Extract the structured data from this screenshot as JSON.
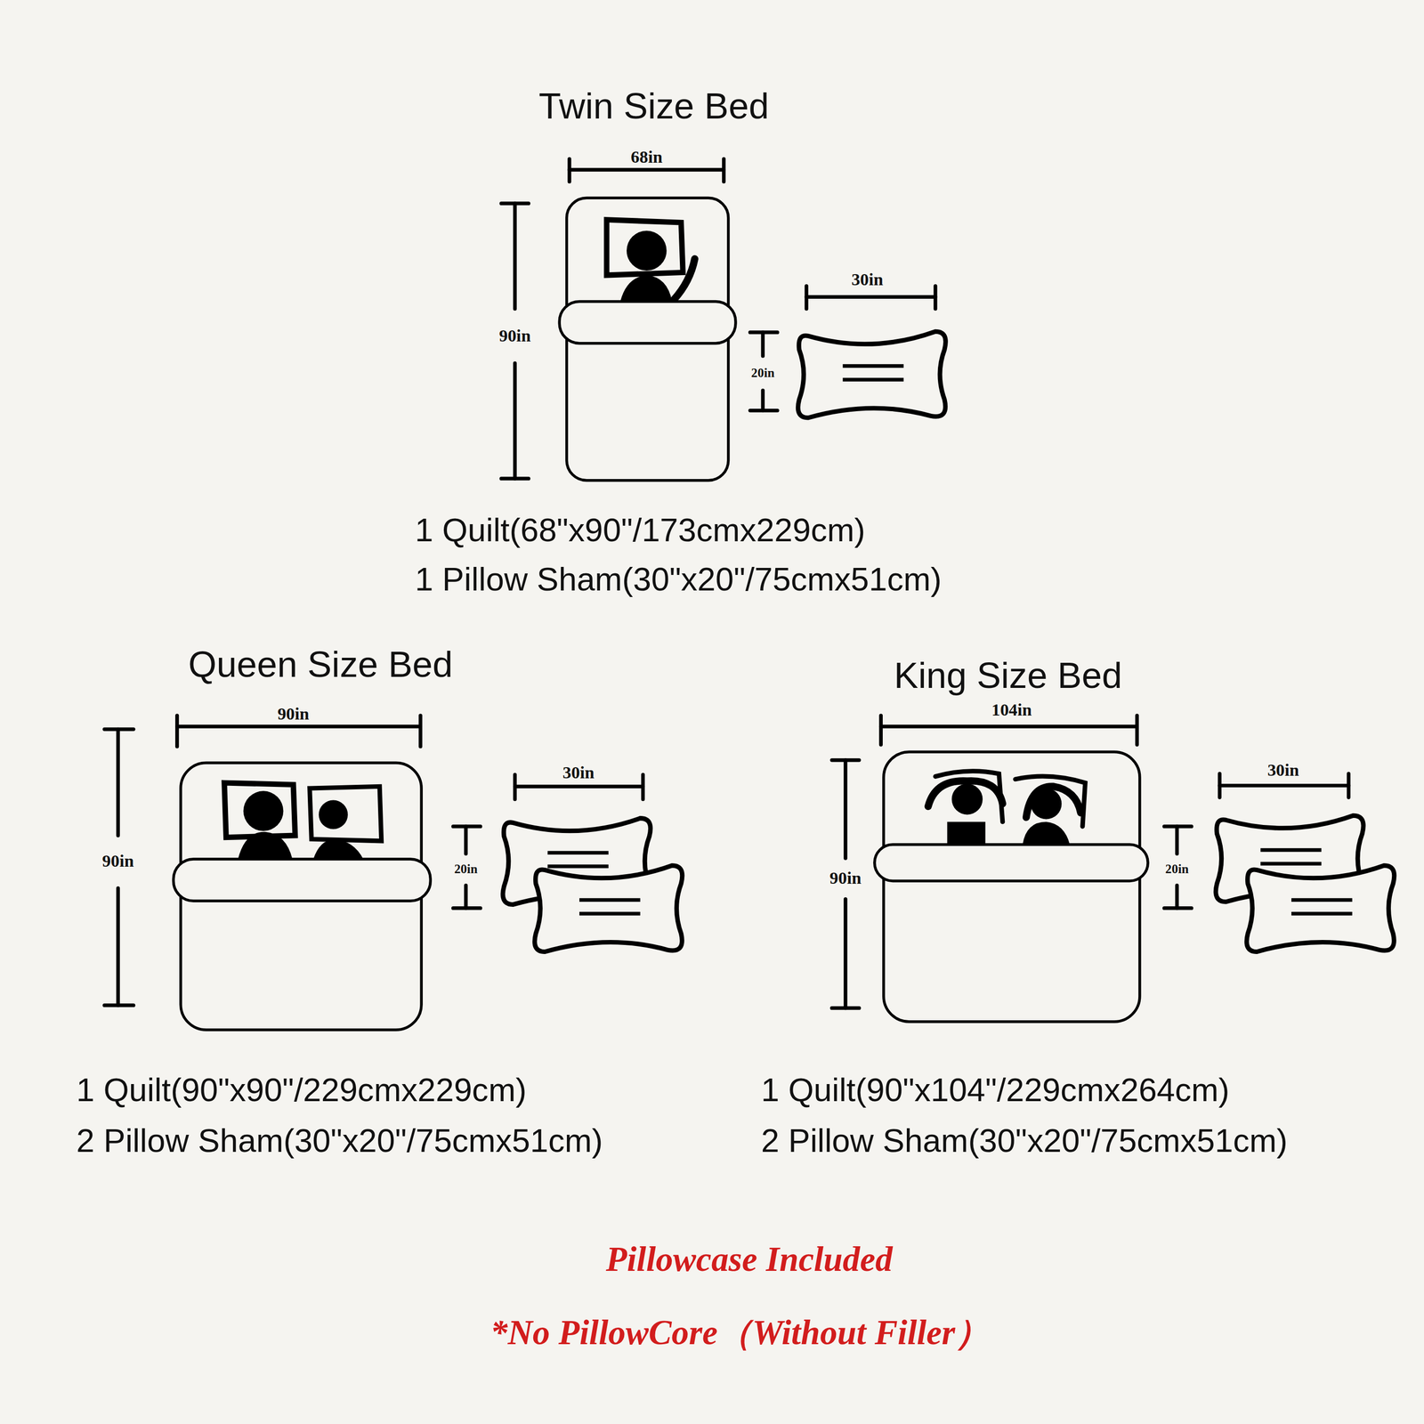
{
  "diagram": {
    "labels": [
      "Twin Size Bed",
      "68in",
      "90in",
      "30in",
      "20in",
      "1 Quilt(68\"x90\"/173cmx229cm)",
      "1 Pillow Sham(30\"x20\"/75cmx51cm)",
      "Queen Size Bed",
      "King Size Bed",
      "90in",
      "104in",
      "90in",
      "30in",
      "20in",
      "90in",
      "30in",
      "20in",
      "1 Quilt(90\"x90\"/229cmx229cm)",
      "2 Pillow Sham(30\"x20\"/75cmx51cm)",
      "1 Quilt(90\"x104\"/229cmx264cm)",
      "2 Pillow Sham(30\"x20\"/75cmx51cm)",
      "Pillowcase Included",
      "*No PillowCore（Without Filler）"
    ]
  }
}
